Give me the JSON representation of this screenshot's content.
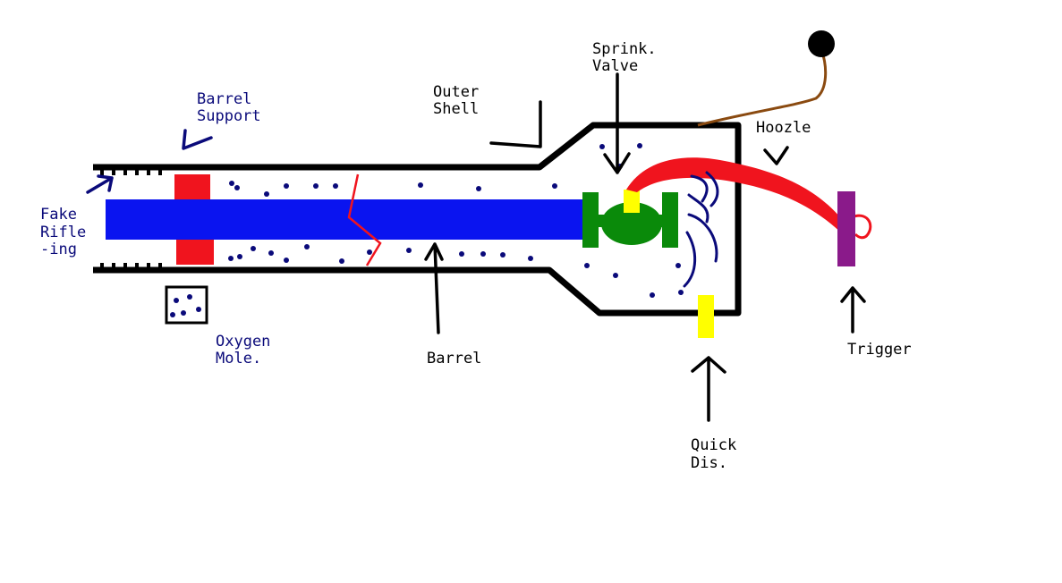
{
  "colors": {
    "shell": "#000000",
    "barrel": "#0a14f0",
    "support": "#f0141e",
    "valve": "#0a8a0a",
    "quick_dis": "#ffff00",
    "hose": "#f0141e",
    "trigger": "#8a1a8a",
    "oxygen_dots": "#0a0a7a",
    "wire": "#8a4a10",
    "blue_label": "#0a0a7a"
  },
  "labels": {
    "barrel_support": [
      "Barrel",
      "Support"
    ],
    "fake_rifling": [
      "Fake",
      "Rifle",
      "-ing"
    ],
    "oxygen_mole": [
      "Oxygen",
      "Mole."
    ],
    "barrel": "Barrel",
    "outer_shell": [
      "Outer",
      "Shell"
    ],
    "sprink_valve": [
      "Sprink.",
      "Valve"
    ],
    "hoozle": "Hoozle",
    "trigger": "Trigger",
    "quick_dis": [
      "Quick",
      "Dis."
    ]
  }
}
